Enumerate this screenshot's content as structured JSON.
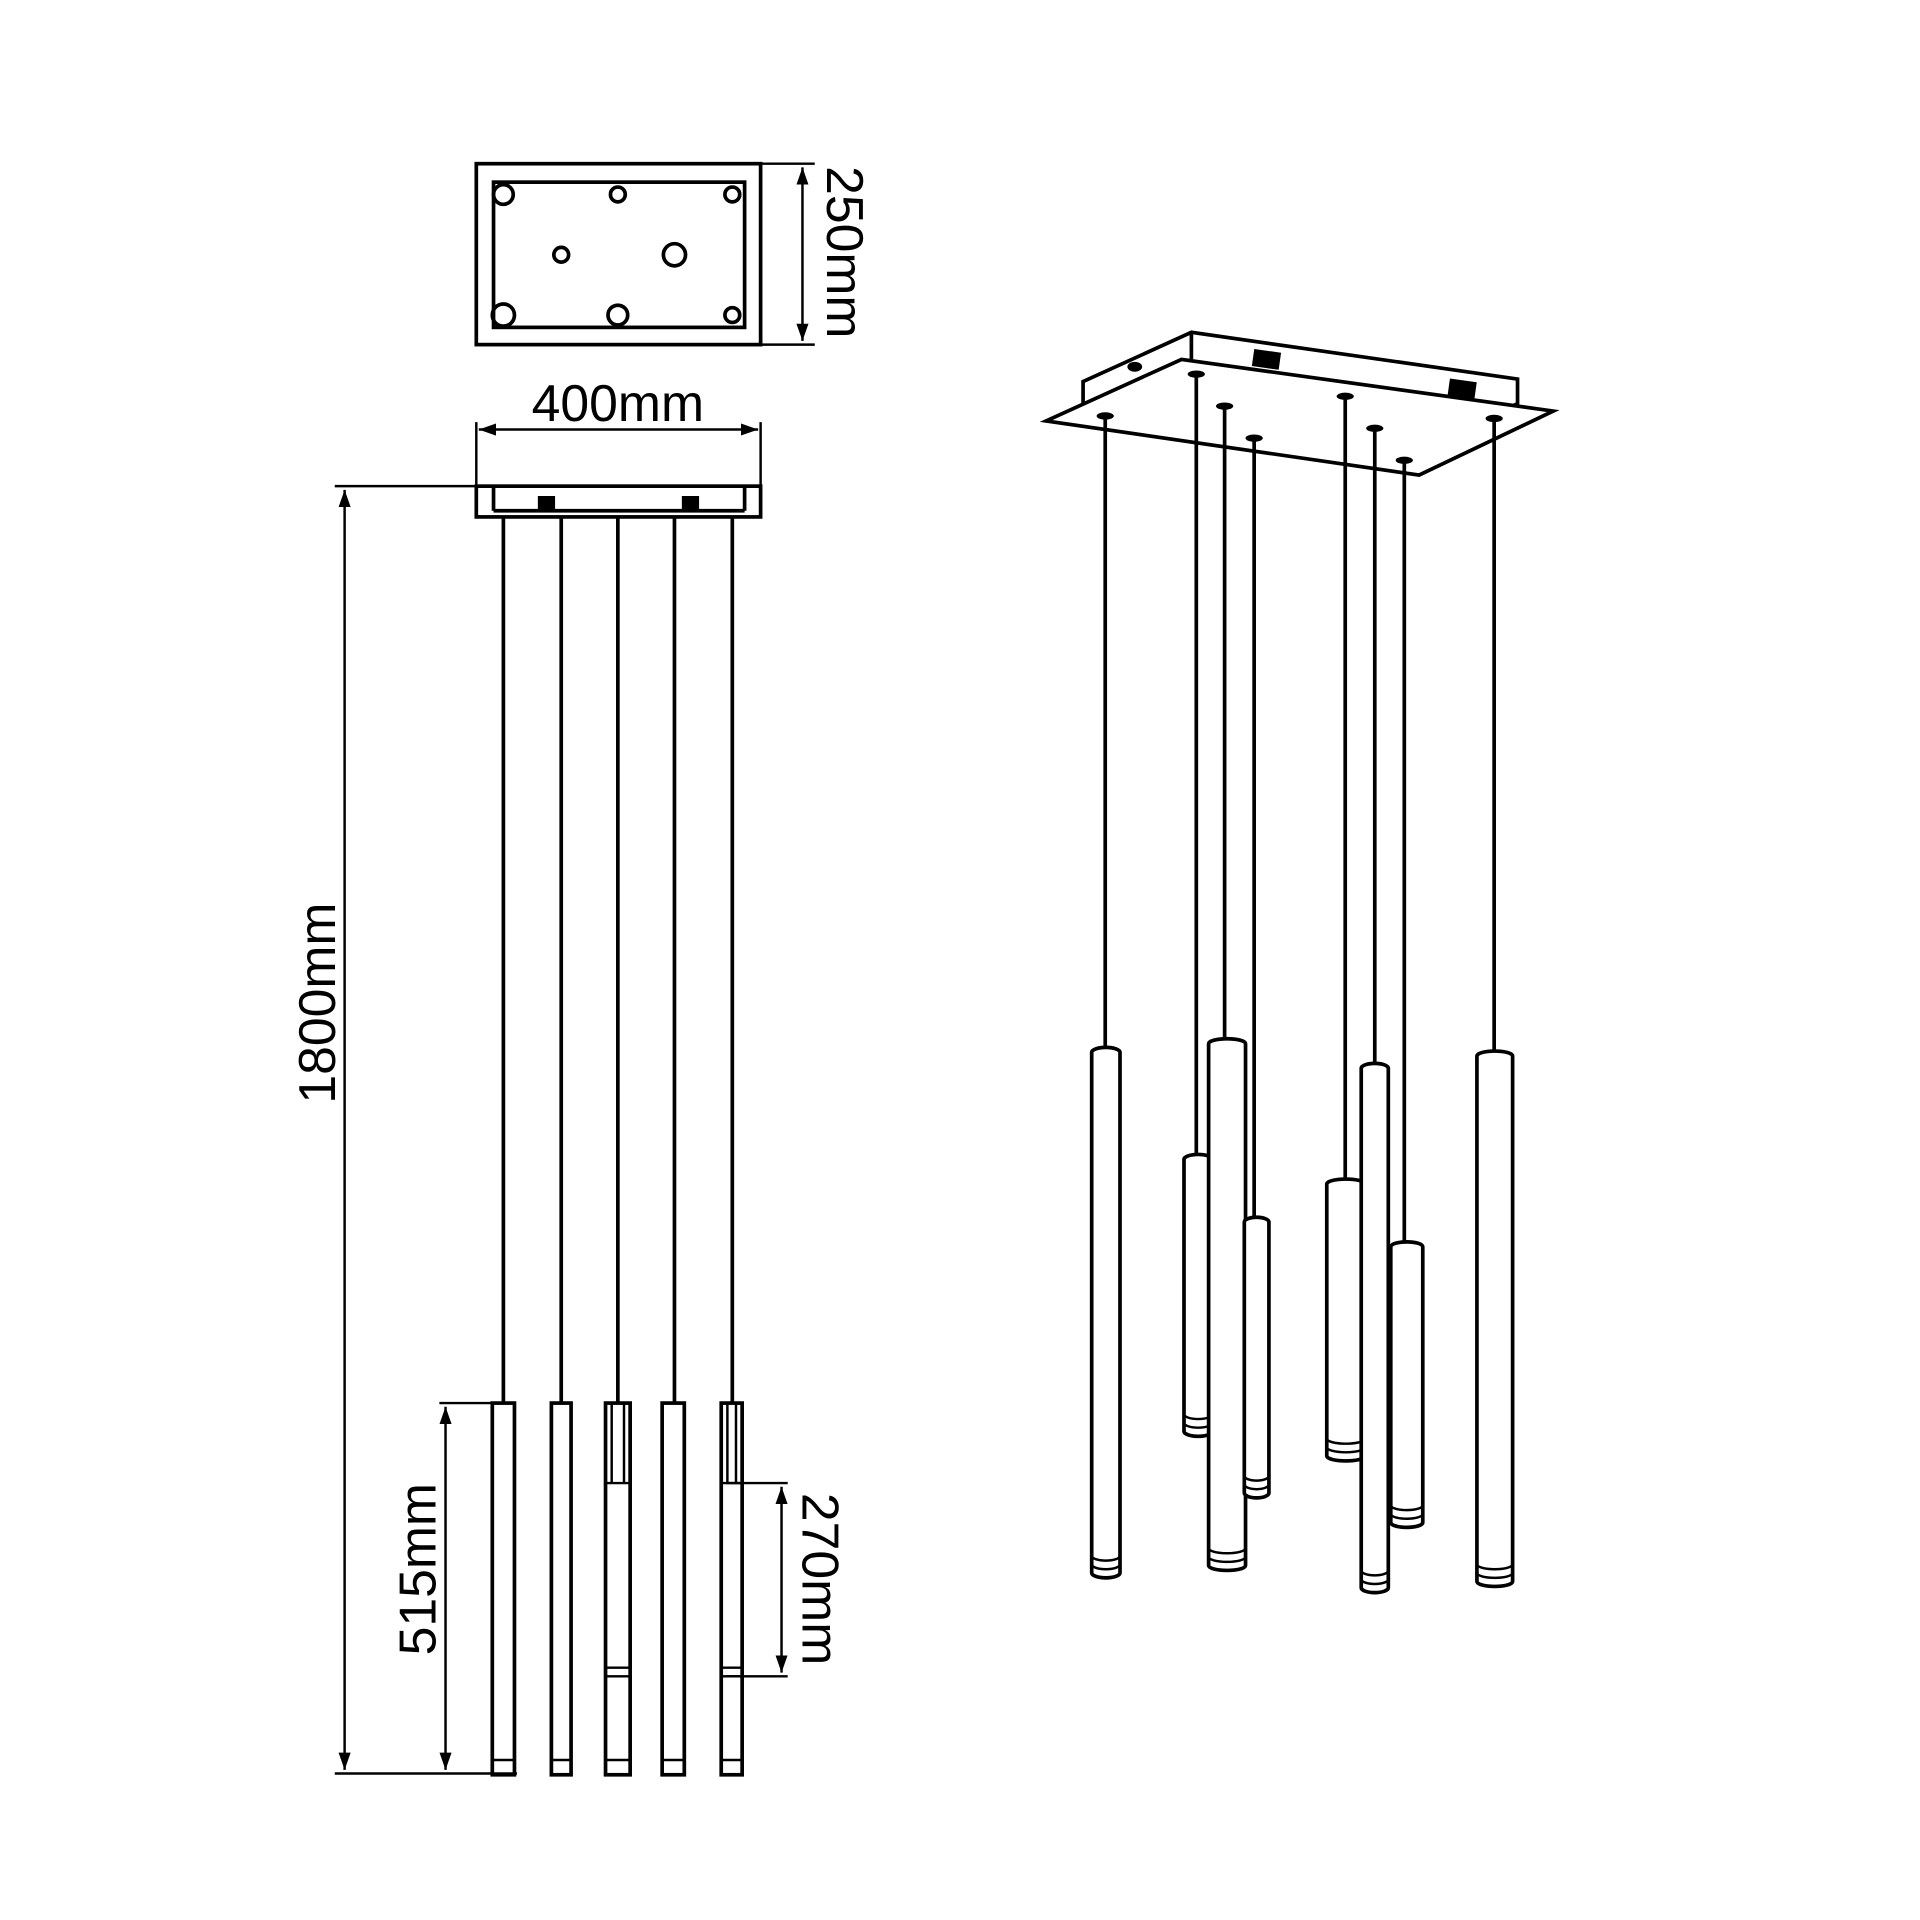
{
  "dimensions": {
    "depth": "250mm",
    "width": "400mm",
    "height": "1800mm",
    "tube_long": "515mm",
    "tube_short": "270mm"
  },
  "colors": {
    "line": "#000000",
    "background": "#ffffff"
  }
}
